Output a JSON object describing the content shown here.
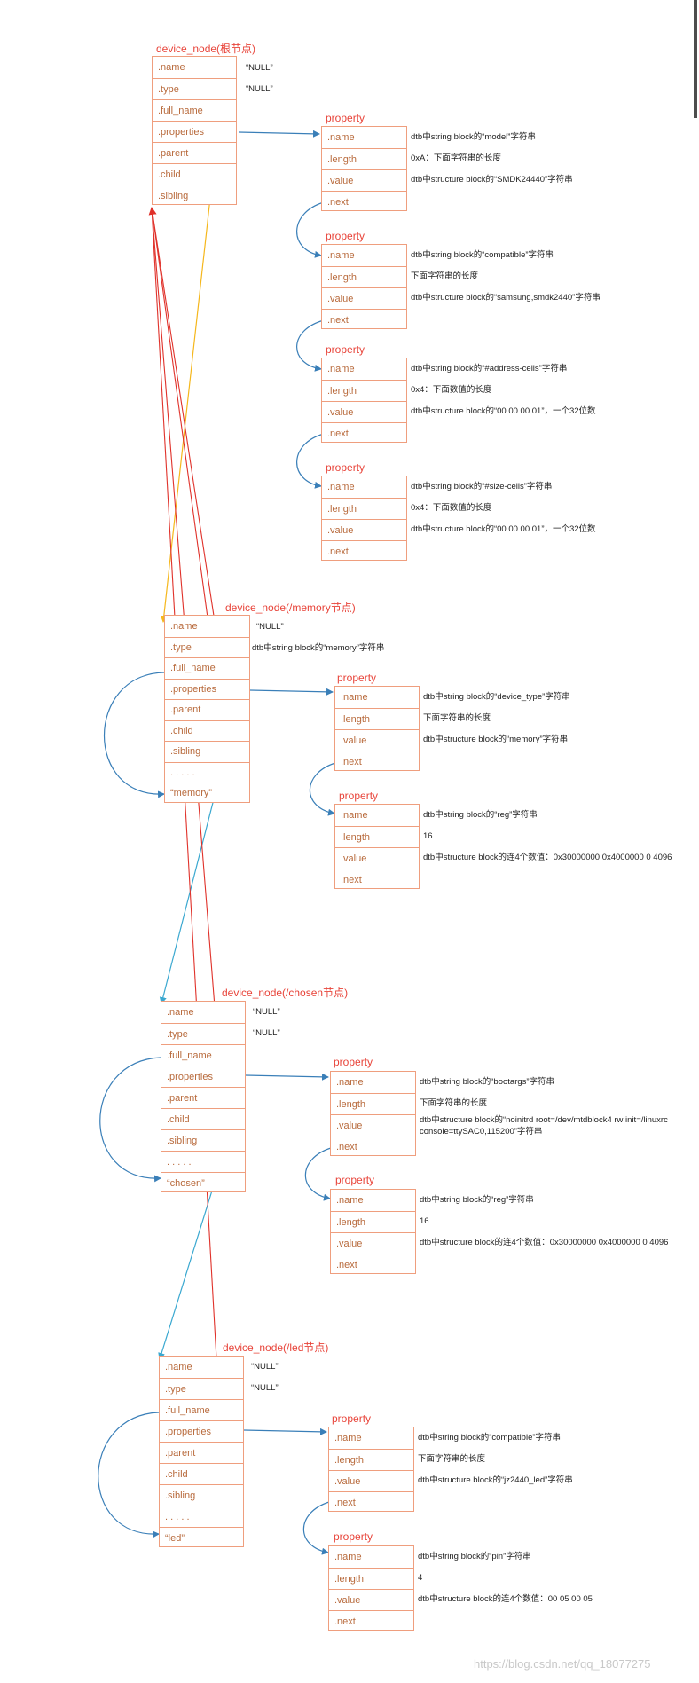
{
  "root": {
    "title": "device_node(根节点)",
    "fields": [
      ".name",
      ".type",
      ".full_name",
      ".properties",
      ".parent",
      ".child",
      ".sibling"
    ],
    "values": [
      "“NULL”",
      "“NULL”"
    ],
    "properties": [
      {
        "title": "property",
        "fields": [
          ".name",
          ".length",
          ".value",
          ".next"
        ],
        "desc": [
          "dtb中string block的“model”字符串",
          "0xA：下面字符串的长度",
          "dtb中structure block的“SMDK24440”字符串"
        ]
      },
      {
        "title": "property",
        "fields": [
          ".name",
          ".length",
          ".value",
          ".next"
        ],
        "desc": [
          "dtb中string block的“compatible”字符串",
          "下面字符串的长度",
          "dtb中structure block的“samsung,smdk2440”字符串"
        ]
      },
      {
        "title": "property",
        "fields": [
          ".name",
          ".length",
          ".value",
          ".next"
        ],
        "desc": [
          "dtb中string block的“#address-cells”字符串",
          "0x4：下面数值的长度",
          "dtb中structure block的“00  00  00  01”，一个32位数"
        ]
      },
      {
        "title": "property",
        "fields": [
          ".name",
          ".length",
          ".value",
          ".next"
        ],
        "desc": [
          "dtb中string block的“#size-cells”字符串",
          "0x4：下面数值的长度",
          "dtb中structure block的“00  00  00  01”，一个32位数"
        ]
      }
    ]
  },
  "memory": {
    "title": "device_node(/memory节点)",
    "fields": [
      ".name",
      ".type",
      ".full_name",
      ".properties",
      ".parent",
      ".child",
      ".sibling",
      ". . . . .",
      "“memory”"
    ],
    "values": [
      "“NULL”",
      "dtb中string block的“memory”字符串"
    ],
    "properties": [
      {
        "title": "property",
        "fields": [
          ".name",
          ".length",
          ".value",
          ".next"
        ],
        "desc": [
          "dtb中string block的“device_type”字符串",
          "下面字符串的长度",
          "dtb中structure block的“memory”字符串"
        ]
      },
      {
        "title": "property",
        "fields": [
          ".name",
          ".length",
          ".value",
          ".next"
        ],
        "desc": [
          "dtb中string block的“reg”字符串",
          "16",
          "dtb中structure block的连4个数值：0x30000000  0x4000000  0  4096"
        ]
      }
    ]
  },
  "chosen": {
    "title": "device_node(/chosen节点)",
    "fields": [
      ".name",
      ".type",
      ".full_name",
      ".properties",
      ".parent",
      ".child",
      ".sibling",
      ". . . . .",
      "“chosen”"
    ],
    "values": [
      "“NULL”",
      "“NULL”"
    ],
    "properties": [
      {
        "title": "property",
        "fields": [
          ".name",
          ".length",
          ".value",
          ".next"
        ],
        "desc": [
          "dtb中string block的“bootargs”字符串",
          "下面字符串的长度",
          "dtb中structure block的“noinitrd root=/dev/mtdblock4 rw init=/linuxrc",
          "console=ttySAC0,115200”字符串"
        ]
      },
      {
        "title": "property",
        "fields": [
          ".name",
          ".length",
          ".value",
          ".next"
        ],
        "desc": [
          "dtb中string block的“reg”字符串",
          "16",
          "dtb中structure block的连4个数值：0x30000000  0x4000000  0  4096"
        ]
      }
    ]
  },
  "led": {
    "title": "device_node(/led节点)",
    "fields": [
      ".name",
      ".type",
      ".full_name",
      ".properties",
      ".parent",
      ".child",
      ".sibling",
      ". . . . .",
      "“led”"
    ],
    "values": [
      "“NULL”",
      "“NULL”"
    ],
    "properties": [
      {
        "title": "property",
        "fields": [
          ".name",
          ".length",
          ".value",
          ".next"
        ],
        "desc": [
          "dtb中string block的“compatible”字符串",
          "下面字符串的长度",
          "dtb中structure block的“jz2440_led”字符串"
        ]
      },
      {
        "title": "property",
        "fields": [
          ".name",
          ".length",
          ".value",
          ".next"
        ],
        "desc": [
          "dtb中string block的“pin”字符串",
          "4",
          "dtb中structure block的连4个数值：00  05  00  05"
        ]
      }
    ]
  },
  "watermark": "https://blog.csdn.net/qq_18077275",
  "colors": {
    "title": "#e8443a",
    "border": "#ef9e7e",
    "field": "#b86a3c",
    "link": "#3a7fb8",
    "parent_arrow": "#e0312a",
    "child_arrow": "#f5b71c",
    "sibling_arrow": "#3aa8d0"
  }
}
